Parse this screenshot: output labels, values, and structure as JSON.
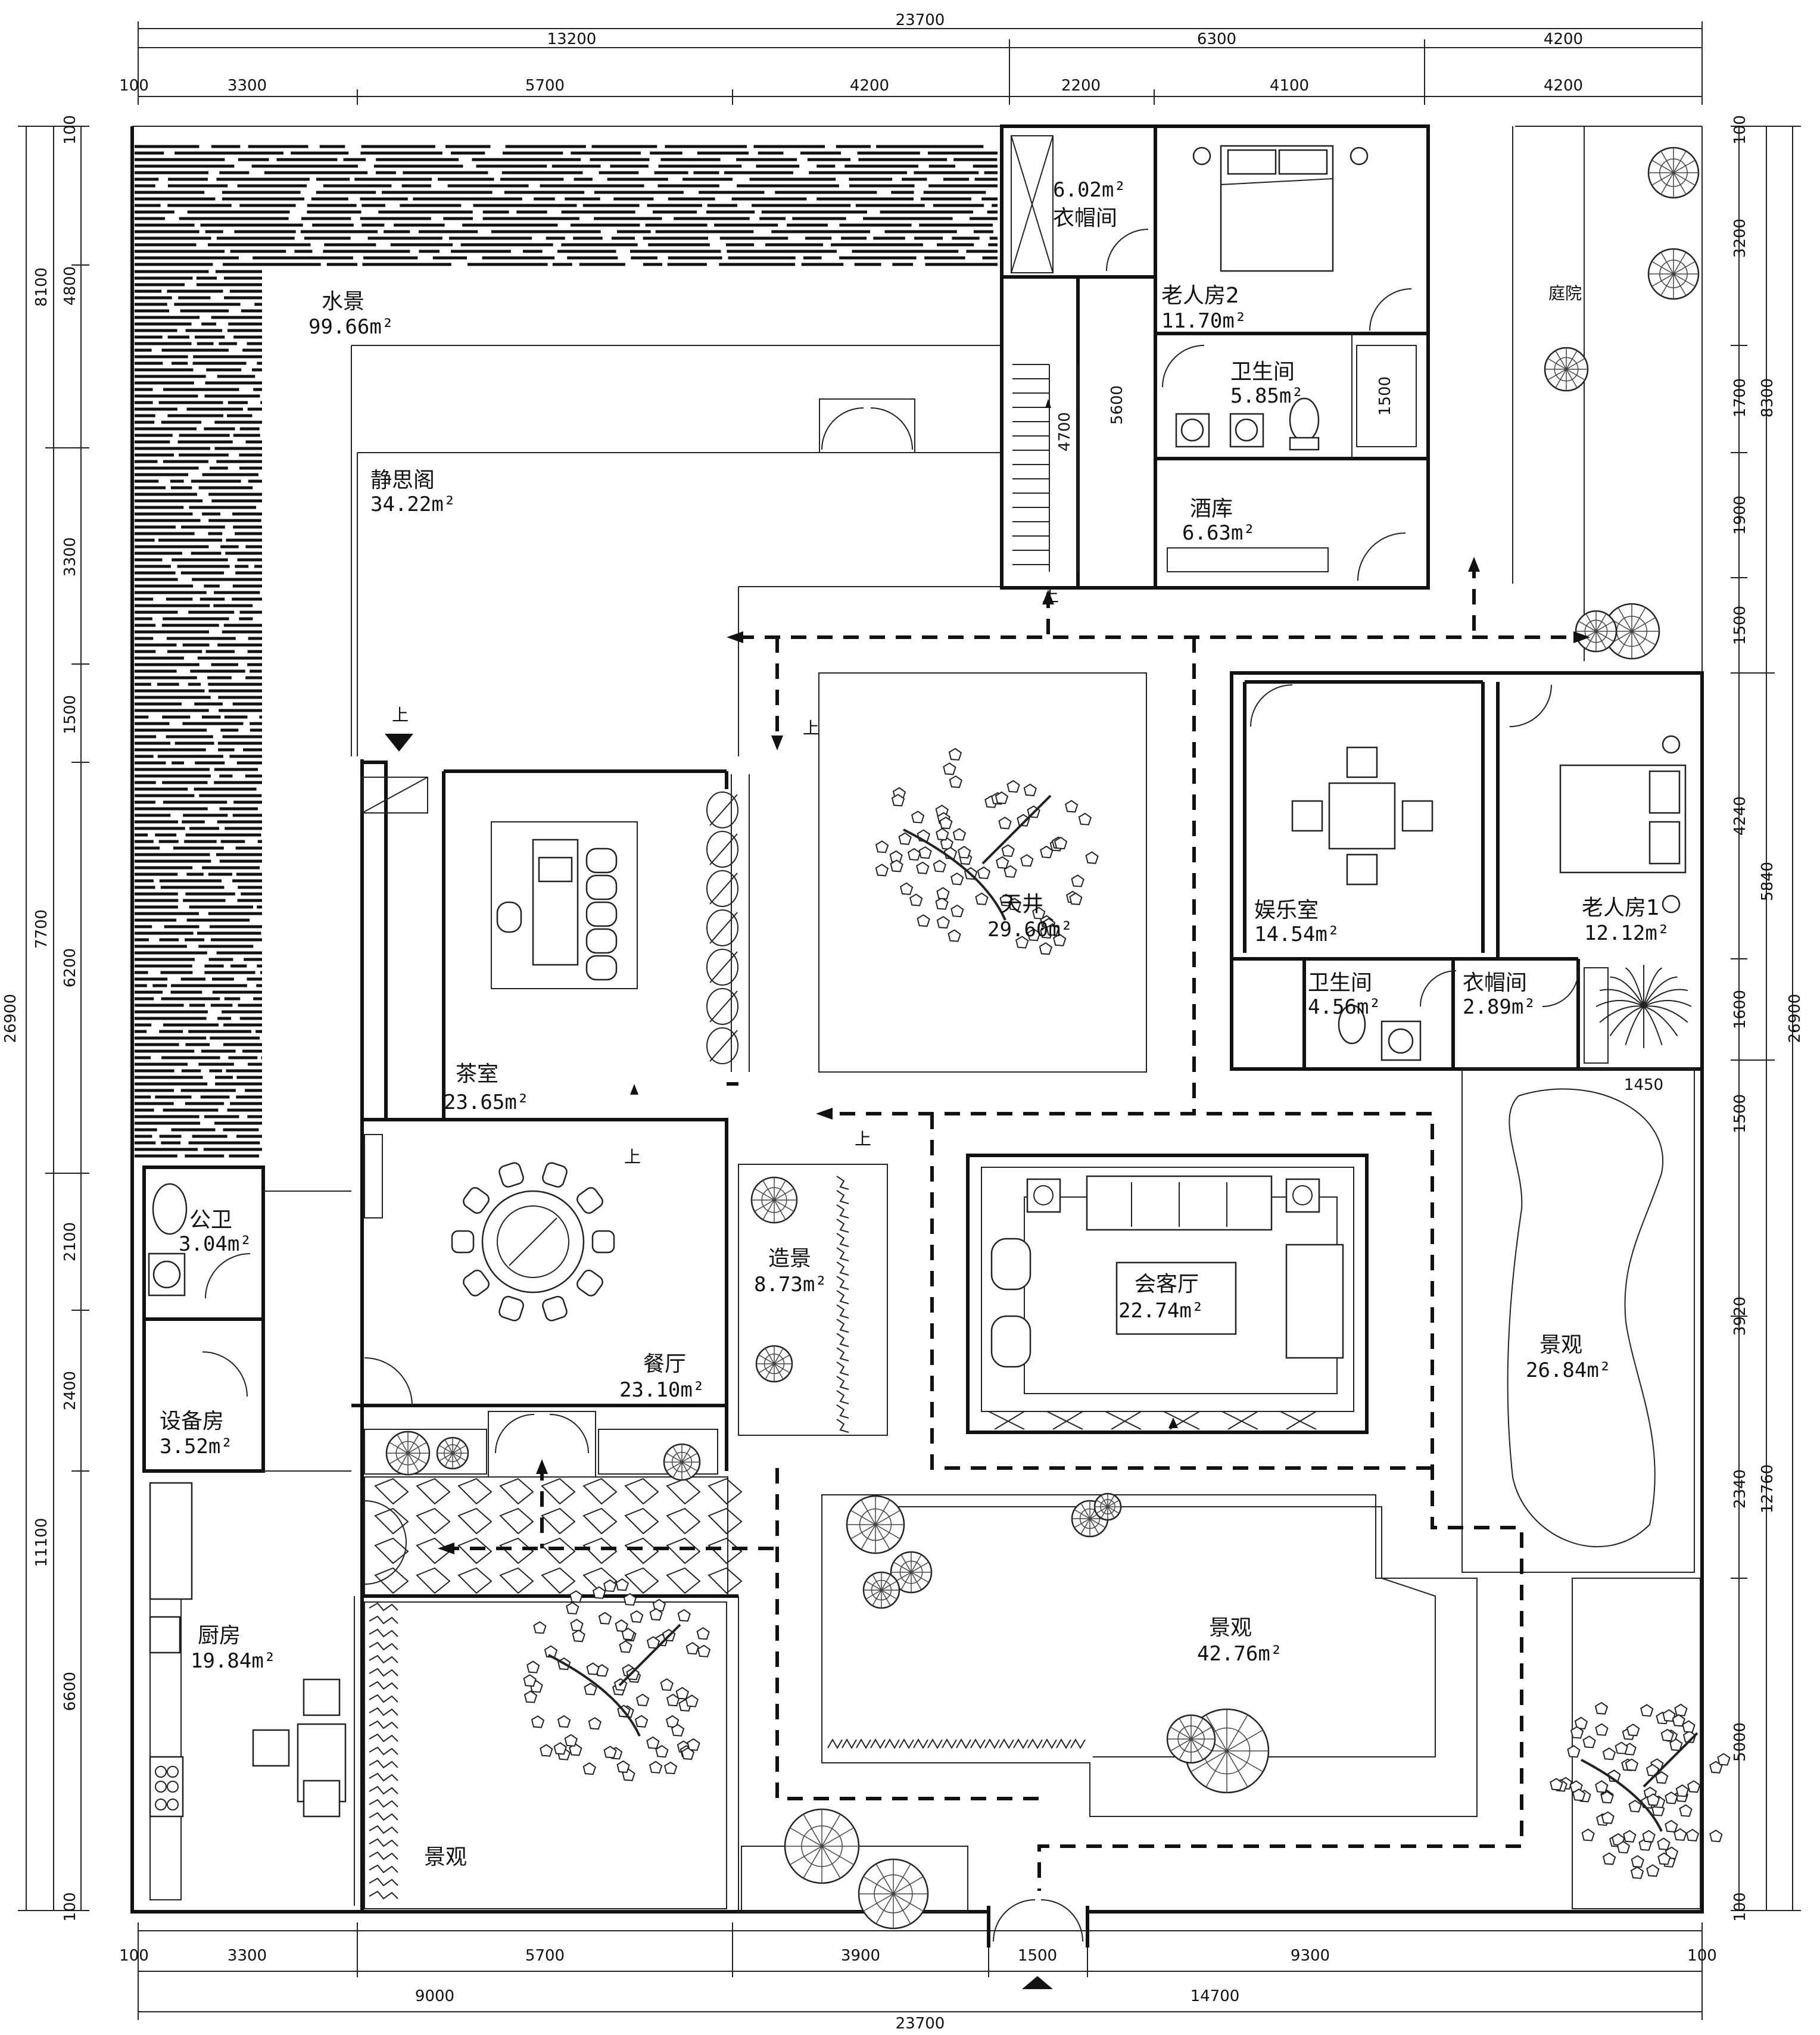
{
  "dimensions": {
    "top_total": "23700",
    "top_mid": [
      "13200",
      "6300",
      "4200"
    ],
    "top_detail": [
      "100",
      "3300",
      "5700",
      "4200",
      "2200",
      "4100",
      "4200"
    ],
    "bottom_detail": [
      "100",
      "3300",
      "5700",
      "3900",
      "1500",
      "9300",
      "100"
    ],
    "bottom_mid": [
      "9000",
      "14700"
    ],
    "bottom_total": "23700",
    "left_outer": "26900",
    "left_mid": [
      "8100",
      "7700",
      "11100"
    ],
    "left_detail": [
      "100",
      "4800",
      "3300",
      "1500",
      "6200",
      "2100",
      "2400",
      "6600",
      "100"
    ],
    "right_detail": [
      "100",
      "3200",
      "1700",
      "1900",
      "1500",
      "4240",
      "1600",
      "1500",
      "3920",
      "2340",
      "5000",
      "100"
    ],
    "right_mid": [
      "8300",
      "5840",
      "12760"
    ],
    "right_outer": "26900",
    "inner": [
      "4700",
      "5600",
      "1500",
      "1450"
    ]
  },
  "rooms": {
    "water": {
      "name": "水景",
      "area": "99.66m²"
    },
    "jingsi": {
      "name": "静思阁",
      "area": "34.22m²"
    },
    "wardrobe1": {
      "name": "衣帽间",
      "area": "6.02m²"
    },
    "elder2": {
      "name": "老人房2",
      "area": "11.70m²"
    },
    "bath1": {
      "name": "卫生间",
      "area": "5.85m²"
    },
    "winecellar": {
      "name": "酒库",
      "area": "6.63m²"
    },
    "courtyard": {
      "name": "庭院"
    },
    "tianjing": {
      "name": "天井",
      "area": "29.60m²"
    },
    "yule": {
      "name": "娱乐室",
      "area": "14.54m²"
    },
    "elder1": {
      "name": "老人房1",
      "area": "12.12m²"
    },
    "bath2": {
      "name": "卫生间",
      "area": "4.56m²"
    },
    "wardrobe2": {
      "name": "衣帽间",
      "area": "2.89m²"
    },
    "tea": {
      "name": "茶室",
      "area": "23.65m²"
    },
    "dining": {
      "name": "餐厅",
      "area": "23.10m²"
    },
    "zaojing": {
      "name": "造景",
      "area": "8.73m²"
    },
    "living": {
      "name": "会客厅",
      "area": "22.74m²"
    },
    "landscape_r": {
      "name": "景观",
      "area": "26.84m²"
    },
    "landscape_c": {
      "name": "景观",
      "area": "42.76m²"
    },
    "landscape_l": {
      "name": "景观"
    },
    "wc": {
      "name": "公卫",
      "area": "3.04m²"
    },
    "equip": {
      "name": "设备房",
      "area": "3.52m²"
    },
    "kitchen": {
      "name": "厨房",
      "area": "19.84m²"
    }
  },
  "stairs_up": "上"
}
